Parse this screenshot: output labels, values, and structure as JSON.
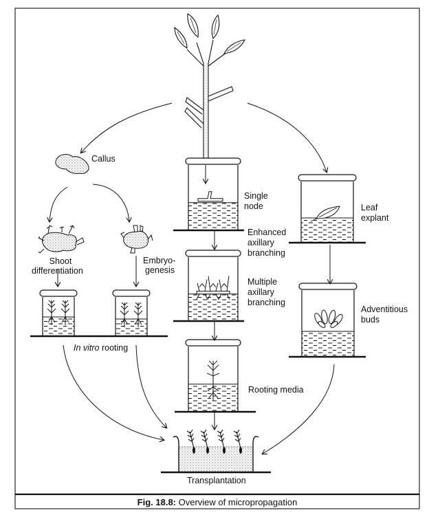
{
  "figure": {
    "caption_number": "Fig. 18.8:",
    "caption_text": " Overview of micropropagation"
  },
  "labels": {
    "callus": "Callus",
    "shoot_differentiation": [
      "Shoot",
      "differentiation"
    ],
    "embryogenesis": [
      "Embryo-",
      "genesis"
    ],
    "in_vitro_italic": "In vitro",
    "in_vitro_rest": " rooting",
    "single_node": [
      "Single",
      "node"
    ],
    "enhanced_axillary": [
      "Enhanced",
      "axillary",
      "branching"
    ],
    "multiple_axillary": [
      "Multiple",
      "axillary",
      "branching"
    ],
    "rooting_media": "Rooting media",
    "leaf_explant": [
      "Leaf",
      "explant"
    ],
    "adventitious_buds": [
      "Adventitious",
      "buds"
    ],
    "transplantation": "Transplantation"
  }
}
